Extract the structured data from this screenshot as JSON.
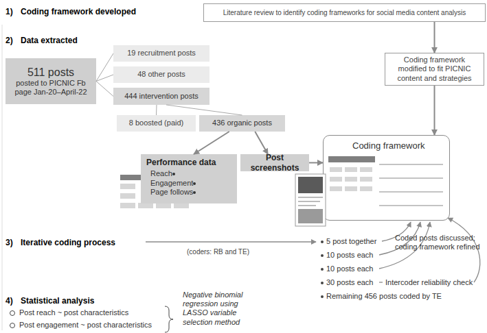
{
  "diagram": {
    "nodes": [
      {
        "text": [
          "Literature review to identify coding frameworks for social media content analysis"
        ]
      },
      {
        "text": [
          "511 posts",
          "posted to PICNIC Fb page Jan-20–April-22"
        ]
      },
      {
        "text": [
          "19 recruitment posts"
        ]
      },
      {
        "text": [
          "48 other posts"
        ]
      },
      {
        "text": [
          "444 intervention posts"
        ]
      },
      {
        "text": [
          "8 boosted (paid)"
        ]
      },
      {
        "text": [
          "436 organic posts"
        ]
      },
      {
        "text": [
          "Performance data",
          "Reach",
          "Engagement",
          "Page follows"
        ]
      },
      {
        "text": [
          "Post screenshots"
        ]
      },
      {
        "text": [
          "Coding framework modified to fit PICNIC content and strategies"
        ]
      },
      {
        "text": [
          "Coding framework"
        ]
      }
    ],
    "edges": [
      {
        "from": 0,
        "to": 9,
        "arrow": "to"
      },
      {
        "from": 9,
        "to": 10,
        "arrow": "to"
      },
      {
        "from": 1,
        "to": 2,
        "arrow": "none"
      },
      {
        "from": 1,
        "to": 3,
        "arrow": "none"
      },
      {
        "from": 1,
        "to": 4,
        "arrow": "none"
      },
      {
        "from": 4,
        "to": 5,
        "arrow": "none"
      },
      {
        "from": 4,
        "to": 6,
        "arrow": "none"
      },
      {
        "from": 6,
        "to": 7,
        "arrow": "to"
      },
      {
        "from": 6,
        "to": 8,
        "arrow": "to"
      },
      {
        "from": 8,
        "to": 10,
        "arrow": "to"
      }
    ],
    "labels": [
      "1)",
      "Coding framework developed",
      "2)",
      "Data extracted",
      "3)",
      "Iterative coding process",
      "4)",
      "Statistical analysis",
      "(coders: RB and TE)",
      "5 post together",
      "10 posts each",
      "10 posts each",
      "30 posts each",
      "Remaining 456 posts coded by TE",
      "Coded posts discussed; coding framework refined",
      "Intercoder reliability check",
      "Post reach ~ post characteristics",
      "Post engagement ~ post characteristics",
      "Negative binomial regression using LASSO variable selection method"
    ]
  }
}
